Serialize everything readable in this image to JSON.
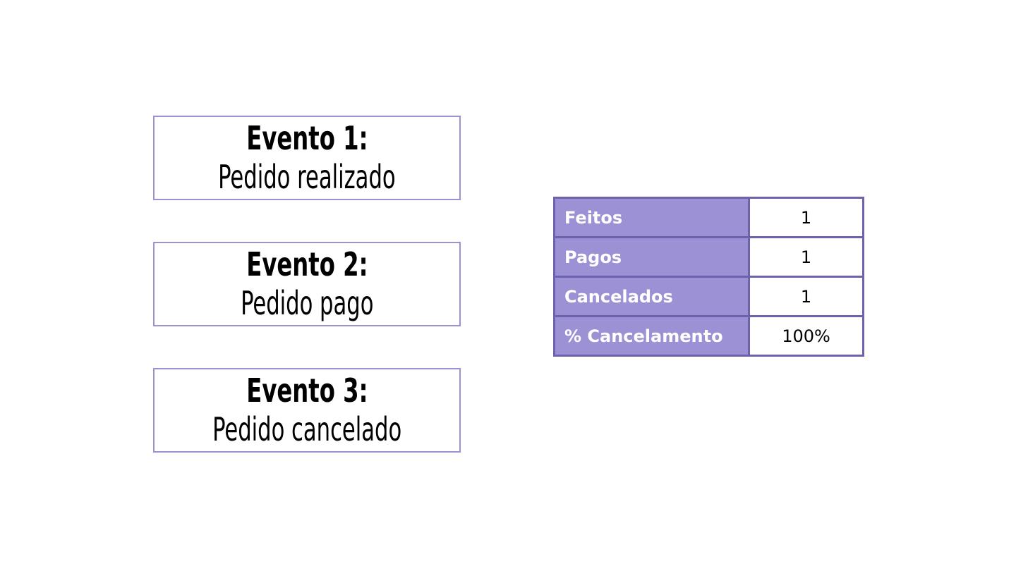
{
  "events": [
    {
      "title": "Evento 1:",
      "description": "Pedido realizado"
    },
    {
      "title": "Evento 2:",
      "description": "Pedido pago"
    },
    {
      "title": "Evento 3:",
      "description": "Pedido cancelado"
    }
  ],
  "table": {
    "rows": [
      {
        "label": "Feitos",
        "value": "1"
      },
      {
        "label": "Pagos",
        "value": "1"
      },
      {
        "label": "Cancelados",
        "value": "1"
      },
      {
        "label": "% Cancelamento",
        "value": "100%"
      }
    ]
  },
  "colors": {
    "box_border": "#9c91d2",
    "table_label_bg": "#9b91d4",
    "table_border": "#6b63ad"
  }
}
